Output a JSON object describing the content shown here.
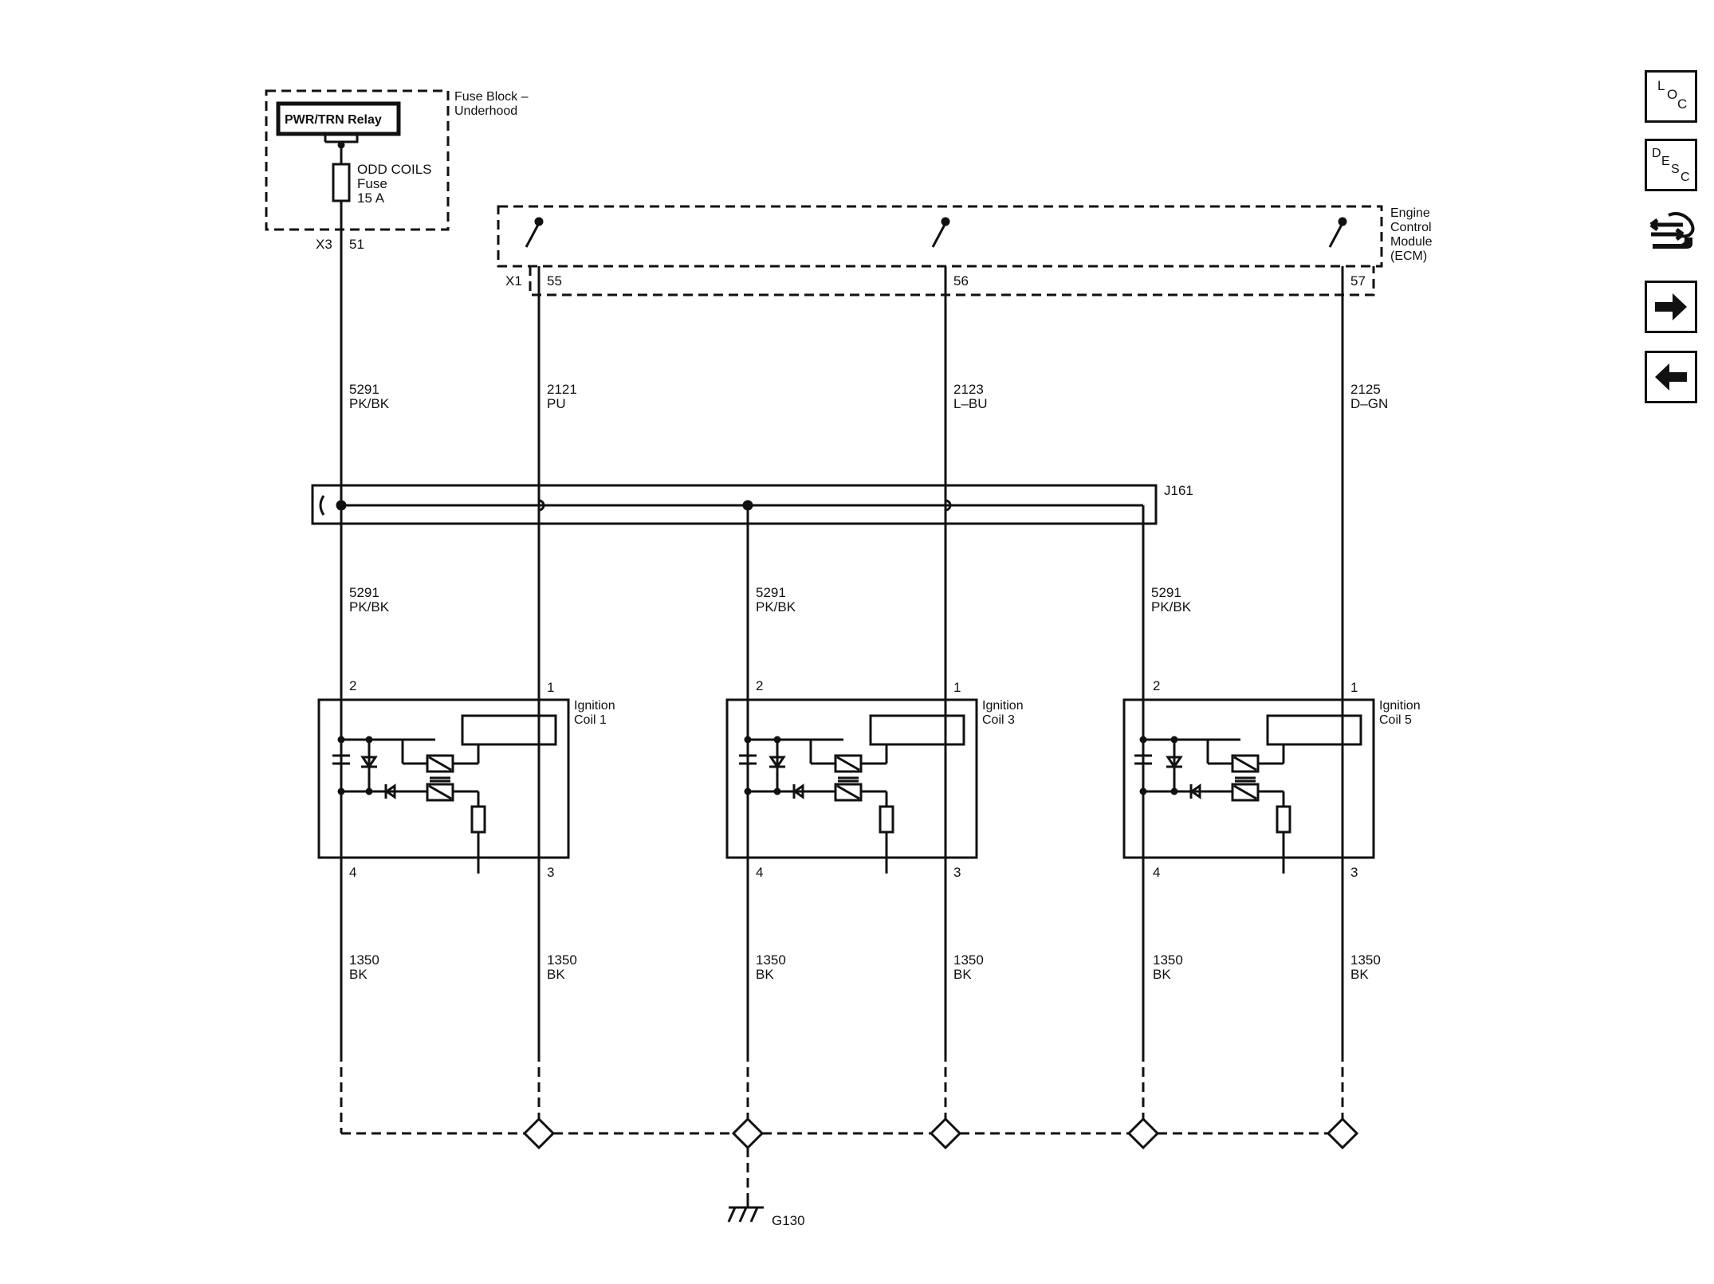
{
  "fuse_block": {
    "title": "Fuse Block –",
    "title2": "Underhood",
    "relay": "PWR/TRN Relay",
    "fuse_name": "ODD COILS",
    "fuse_word": "Fuse",
    "fuse_rating": "15 A",
    "connector": "X3",
    "pin": "51"
  },
  "ecm": {
    "title_lines": [
      "Engine",
      "Control",
      "Module",
      "(ECM)"
    ],
    "connector": "X1",
    "pins": [
      "55",
      "56",
      "57"
    ]
  },
  "wires_top": [
    {
      "circuit": "5291",
      "color": "PK/BK"
    },
    {
      "circuit": "2121",
      "color": "PU"
    },
    {
      "circuit": "2123",
      "color": "L–BU"
    },
    {
      "circuit": "2125",
      "color": "D–GN"
    }
  ],
  "splice": "J161",
  "wires_mid": [
    {
      "circuit": "5291",
      "color": "PK/BK"
    },
    {
      "circuit": "5291",
      "color": "PK/BK"
    },
    {
      "circuit": "5291",
      "color": "PK/BK"
    }
  ],
  "coils": [
    {
      "name": "Ignition",
      "name2": "Coil 1",
      "pin_power": "2",
      "pin_signal": "1",
      "pin_ground_a": "4",
      "pin_ground_b": "3"
    },
    {
      "name": "Ignition",
      "name2": "Coil 3",
      "pin_power": "2",
      "pin_signal": "1",
      "pin_ground_a": "4",
      "pin_ground_b": "3"
    },
    {
      "name": "Ignition",
      "name2": "Coil 5",
      "pin_power": "2",
      "pin_signal": "1",
      "pin_ground_a": "4",
      "pin_ground_b": "3"
    }
  ],
  "ground_wires": [
    {
      "circuit": "1350",
      "color": "BK"
    },
    {
      "circuit": "1350",
      "color": "BK"
    },
    {
      "circuit": "1350",
      "color": "BK"
    },
    {
      "circuit": "1350",
      "color": "BK"
    },
    {
      "circuit": "1350",
      "color": "BK"
    },
    {
      "circuit": "1350",
      "color": "BK"
    }
  ],
  "ground": "G130",
  "nav": {
    "loc": [
      "L",
      "O",
      "C"
    ],
    "desc": [
      "D",
      "E",
      "S",
      "C"
    ],
    "icons": [
      "connector-icon",
      "arrow-right-icon",
      "arrow-left-icon"
    ]
  }
}
